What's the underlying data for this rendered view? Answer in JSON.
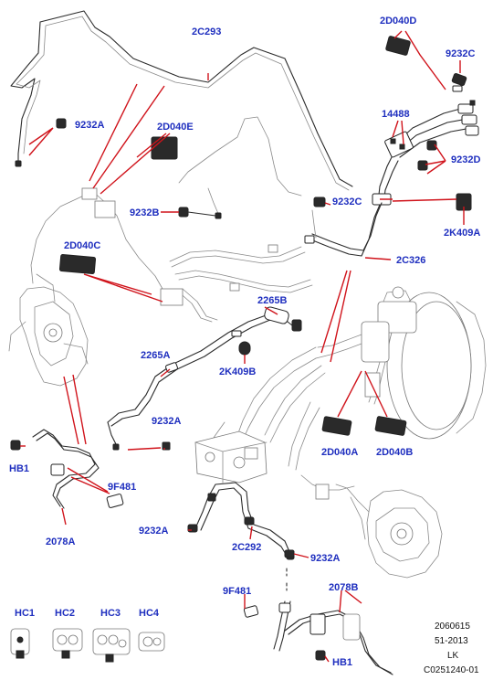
{
  "labels": {
    "c2c293": "2C293",
    "c9232a_1": "9232A",
    "c2d040e": "2D040E",
    "c9232b": "9232B",
    "c2d040c": "2D040C",
    "c2d040d": "2D040D",
    "c9232c_1": "9232C",
    "c14488": "14488",
    "c9232d": "9232D",
    "c9232c_2": "9232C",
    "c2k409a": "2K409A",
    "c2c326": "2C326",
    "c2265b": "2265B",
    "c2265a": "2265A",
    "c2k409b": "2K409B",
    "c9232a_2": "9232A",
    "chb1_1": "HB1",
    "c9f481_1": "9F481",
    "c2078a": "2078A",
    "c2d040a": "2D040A",
    "c2d040b": "2D040B",
    "c9232a_3": "9232A",
    "c2c292": "2C292",
    "c9232a_4": "9232A",
    "c9f481_2": "9F481",
    "c2078b": "2078B",
    "chb1_2": "HB1",
    "chc1": "HC1",
    "chc2": "HC2",
    "chc3": "HC3",
    "chc4": "HC4"
  },
  "footer": {
    "line1": "2060615",
    "line2": "51-2013",
    "line3": "LK",
    "line4": "C0251240-01"
  },
  "colors": {
    "callout_text": "#1f2fbf",
    "leader_line": "#d0131b",
    "line_art": "#2b2b2b"
  }
}
